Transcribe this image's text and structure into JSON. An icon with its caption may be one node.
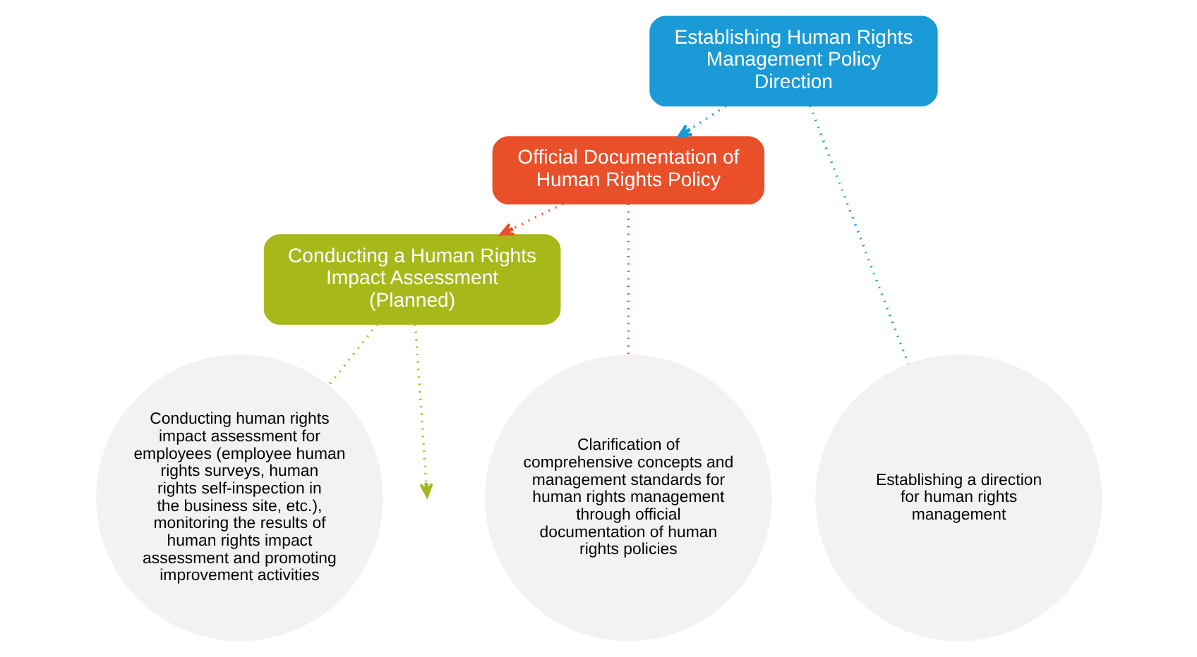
{
  "diagram": {
    "nodes": [
      {
        "text": [
          "Establishing Human Rights Management Policy Direction"
        ]
      },
      {
        "text": [
          "Official Documentation of Human Rights Policy"
        ]
      },
      {
        "text": [
          "Conducting a Human Rights Impact Assessment (Planned)"
        ]
      },
      {
        "text": [
          "Establishing a direction for human rights management"
        ]
      },
      {
        "text": [
          "Clarification of comprehensive concepts and management standards for human rights management through official documentation of human rights policies"
        ]
      },
      {
        "text": [
          "Conducting human rights impact assessment for employees (employee human rights surveys, human rights self-inspection in the business site, etc.), monitoring the results of human rights impact assessment and promoting improvement activities"
        ]
      }
    ],
    "edges": [
      {
        "from": 0,
        "to": 1,
        "arrow": "to",
        "style": "dashed",
        "color": "#1a9bd7"
      },
      {
        "from": 1,
        "to": 2,
        "arrow": "to",
        "style": "dashed",
        "color": "#e9502a"
      },
      {
        "from": 2,
        "to": null,
        "arrow": "to",
        "style": "dashed",
        "color": "#a7b81a"
      },
      {
        "from": 0,
        "to": 3,
        "arrow": "none",
        "style": "dashed",
        "color": "#1a9bd7"
      },
      {
        "from": 1,
        "to": 4,
        "arrow": "none",
        "style": "dashed",
        "color": "#e9502a"
      },
      {
        "from": 2,
        "to": 5,
        "arrow": "none",
        "style": "dashed",
        "color": "#a7b81a"
      }
    ]
  }
}
